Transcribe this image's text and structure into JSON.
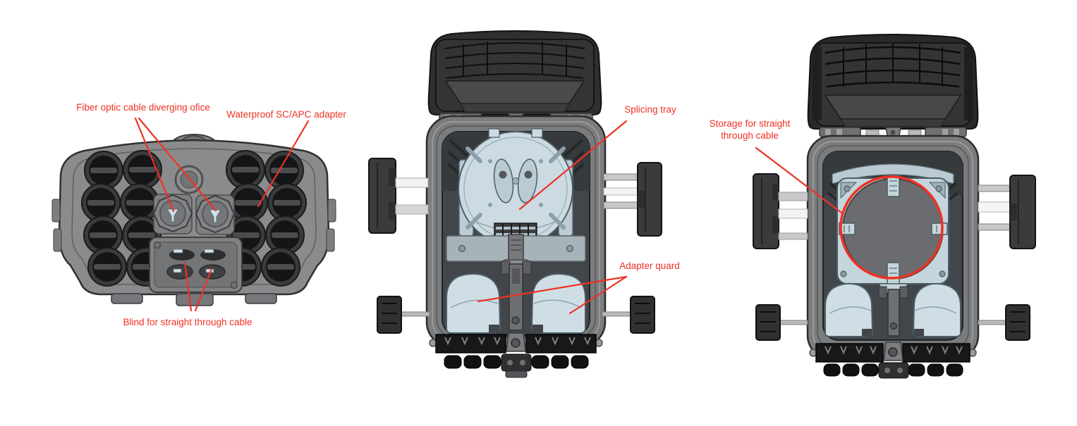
{
  "annotations": {
    "color": "#ef3124",
    "labels": {
      "diverging_office": "Fiber optic cable diverging ofice",
      "waterproof_adapter": "Waterproof SC/APC adapter",
      "blind_cable": "Blind for straight through cable",
      "splicing_tray": "Splicing tray",
      "adapter_guard": "Adapter quard",
      "storage_cable": "Storage for straight through cable"
    }
  },
  "colors": {
    "background": "#ffffff",
    "body_gray": "#7b7c7e",
    "body_outline": "#2c2d2f",
    "interior_dark": "#42464a",
    "highlight_blue": "#ccdbe2",
    "lid_dark": "#2e2f31",
    "port_black": "#141517",
    "bracket_dark": "#3a3b3d"
  }
}
